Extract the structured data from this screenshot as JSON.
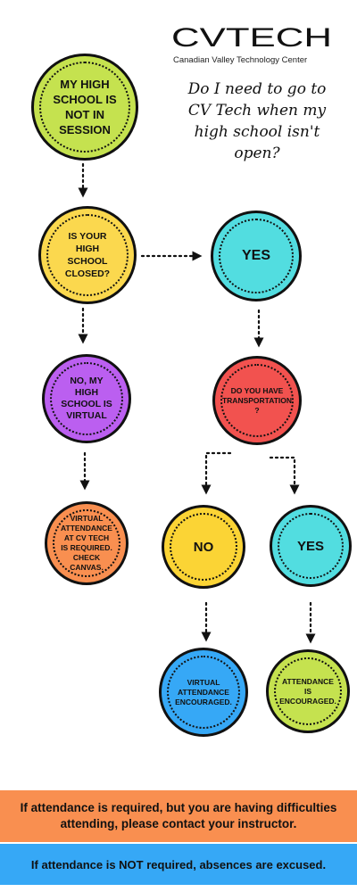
{
  "header": {
    "logo_text": "CVTECH",
    "logo_subtitle": "Canadian Valley Technology Center",
    "question_lines": [
      "Do I need to go to",
      "CV Tech when my",
      "high school isn't",
      "open?"
    ]
  },
  "nodes": [
    {
      "id": "not-in-session",
      "label": "MY HIGH SCHOOL IS NOT IN SESSION",
      "color": "#c5e24f"
    },
    {
      "id": "is-closed",
      "label": "IS YOUR HIGH SCHOOL CLOSED?",
      "color": "#fbd84e"
    },
    {
      "id": "yes-closed",
      "label": "YES",
      "color": "#52dde0"
    },
    {
      "id": "no-virtual",
      "label": "NO, MY HIGH SCHOOL IS VIRTUAL",
      "color": "#bb5ff0"
    },
    {
      "id": "transportation",
      "label": "DO YOU HAVE TRANSPORTATION ?",
      "color": "#f2524f"
    },
    {
      "id": "virtual-required",
      "label": "VIRTUAL ATTENDANCE AT CV TECH IS REQUIRED. CHECK CANVAS.",
      "color": "#f98f50"
    },
    {
      "id": "no-transport",
      "label": "NO",
      "color": "#fbd435"
    },
    {
      "id": "yes-transport",
      "label": "YES",
      "color": "#52dde0"
    },
    {
      "id": "virtual-encouraged",
      "label": "VIRTUAL ATTENDANCE ENCOURAGED.",
      "color": "#36a8f6"
    },
    {
      "id": "attendance-encouraged",
      "label": "ATTENDANCE IS ENCOURAGED.",
      "color": "#c5e24f"
    }
  ],
  "footer": {
    "required_note": "If attendance is required, but you are having difficulties attending, please contact your instructor.",
    "not_required_note": "If attendance is NOT required, absences are excused.",
    "required_color": "#f98f50",
    "not_required_color": "#36a8f6"
  }
}
